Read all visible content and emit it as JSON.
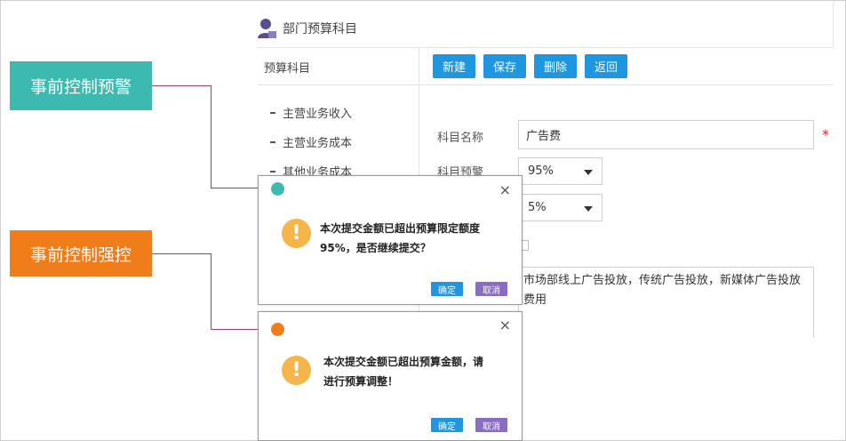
{
  "header": {
    "title": "部门预算科目",
    "icon": "user-icon"
  },
  "sidebar": {
    "header": "预算科目",
    "items": [
      {
        "label": "主营业务收入"
      },
      {
        "label": "主营业务成本"
      },
      {
        "label": "其他业务成本"
      }
    ]
  },
  "toolbar": {
    "new_label": "新建",
    "save_label": "保存",
    "delete_label": "删除",
    "back_label": "返回"
  },
  "form": {
    "name_label": "科目名称",
    "name_value": "广告费",
    "required_mark": "*",
    "warning_label": "科目预警",
    "warning_value": "95%",
    "control_value": "5%",
    "description": "市场部线上广告投放，传统广告投放，新媒体广告投放费用"
  },
  "callouts": {
    "warning": "事前控制预警",
    "hard_control": "事前控制强控"
  },
  "dialog_warning": {
    "message_line1": "本次提交金额已超出预算限定额度",
    "message_line2": "95%，是否继续提交？",
    "ok_label": "确定",
    "cancel_label": "取消",
    "close_glyph": "×",
    "icon_glyph": "!"
  },
  "dialog_block": {
    "message_line1": "本次提交金额已超出预算金额，请",
    "message_line2": "进行预算调整！",
    "ok_label": "确定",
    "cancel_label": "取消",
    "close_glyph": "×",
    "icon_glyph": "!"
  },
  "colors": {
    "accent": "#1e96e0",
    "teal": "#3dbab0",
    "orange": "#f07d1a",
    "cancel": "#8a6cc2",
    "warning": "#f5b548",
    "required": "#e02020"
  }
}
